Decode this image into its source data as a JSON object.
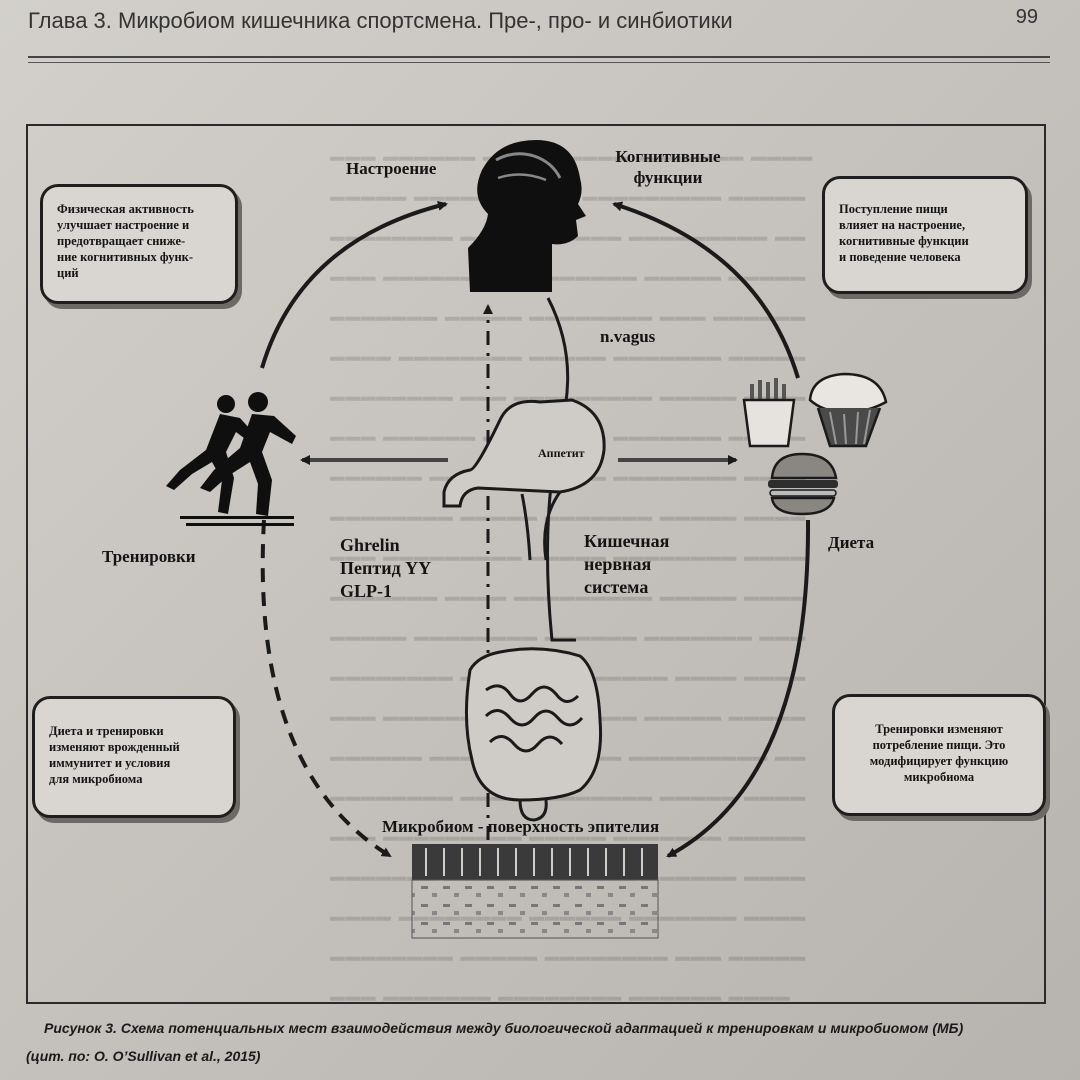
{
  "header": {
    "title": "Глава 3. Микробиом кишечника спортсмена. Пре-, про- и синбиотики",
    "page_number": "99"
  },
  "diagram": {
    "labels": {
      "mood": "Настроение",
      "cognitive_line1": "Когнитивные",
      "cognitive_line2": "функции",
      "vagus": "n.vagus",
      "appetite": "Аппетит",
      "training": "Тренировки",
      "diet": "Диета",
      "hormones": [
        "Ghrelin",
        "Пептид YY",
        "GLP-1"
      ],
      "enteric_line1": "Кишечная",
      "enteric_line2": "нервная",
      "enteric_line3": "система",
      "microbiome": "Микробиом - поверхность эпителия"
    },
    "boxes": {
      "top_left": [
        "Физическая активность",
        "улучшает настроение и",
        "предотвращает сниже-",
        "ние когнитивных функ-",
        "ций"
      ],
      "top_right": [
        "Поступление пищи",
        "влияет на настроение,",
        "когнитивные функции",
        "и поведение человека"
      ],
      "bottom_left": [
        "Диета и тренировки",
        "изменяют врожденный",
        "иммунитет и условия",
        "для микробиома"
      ],
      "bottom_right": [
        "Тренировки изменяют",
        "потребление пищи. Это",
        "модифицирует функцию",
        "микробиома"
      ]
    },
    "icons": [
      "head-silhouette-icon",
      "stomach-icon",
      "intestine-icon",
      "runners-icon",
      "fries-icon",
      "cupcake-icon",
      "burger-icon",
      "epithelium-icon"
    ]
  },
  "caption": {
    "line1": "Рисунок 3. Схема потенциальных мест взаимодействия между биологической адаптацией к тренировкам и микробиомом (МБ)",
    "line2": "(цит. по: O. O’Sullivan et al., 2015)"
  }
}
